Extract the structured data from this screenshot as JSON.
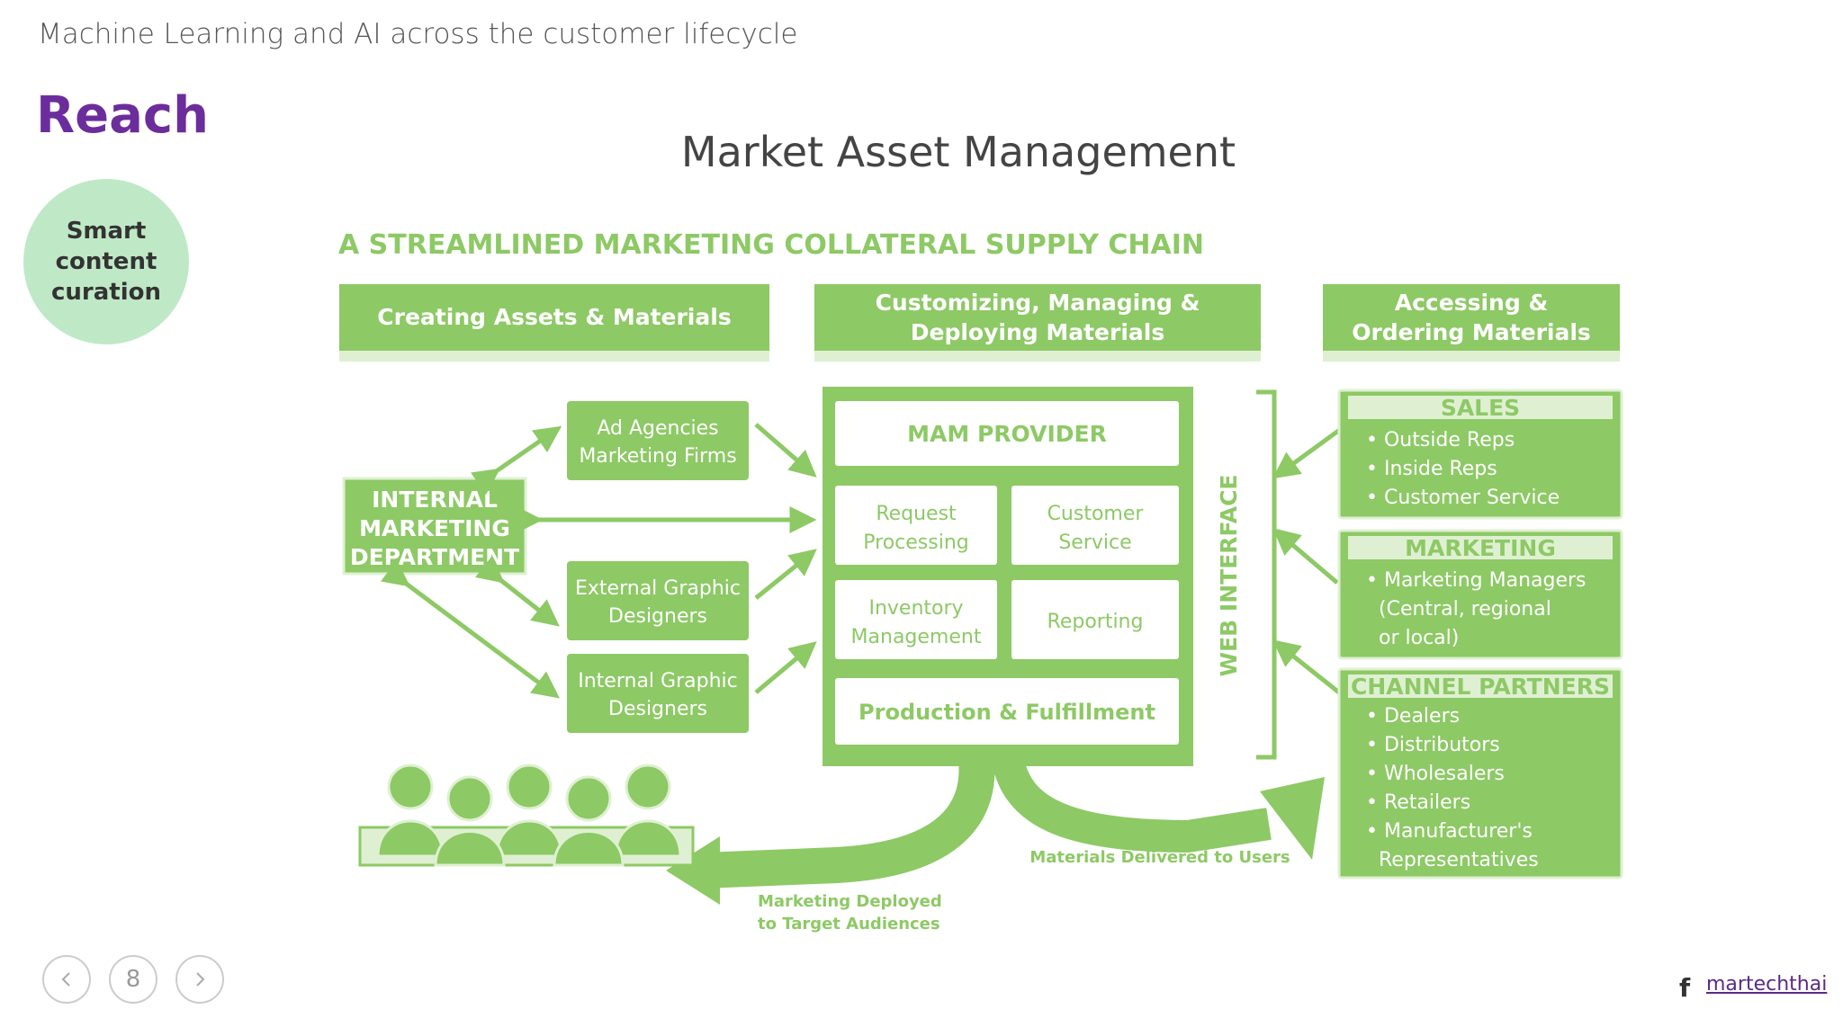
{
  "header": {
    "subtitle": "Machine Learning and AI across the customer lifecycle",
    "section_title": "Reach",
    "tag": "Smart content curation"
  },
  "slide": {
    "title": "Market Asset Management"
  },
  "diagram": {
    "heading": "A STREAMLINED MARKETING COLLATERAL SUPPLY CHAIN",
    "columns": [
      {
        "lines": [
          "Creating Assets & Materials"
        ]
      },
      {
        "lines": [
          "Customizing, Managing &",
          "Deploying Materials"
        ]
      },
      {
        "lines": [
          "Accessing &",
          "Ordering Materials"
        ]
      }
    ],
    "internal_dept": [
      "INTERNAL",
      "MARKETING",
      "DEPARTMENT"
    ],
    "sources": [
      {
        "lines": [
          "Ad Agencies",
          "Marketing Firms"
        ]
      },
      {
        "lines": [
          "External Graphic",
          "Designers"
        ]
      },
      {
        "lines": [
          "Internal Graphic",
          "Designers"
        ]
      }
    ],
    "mam_provider": "MAM PROVIDER",
    "services": [
      {
        "lines": [
          "Request",
          "Processing"
        ]
      },
      {
        "lines": [
          "Customer",
          "Service"
        ]
      },
      {
        "lines": [
          "Inventory",
          "Management"
        ]
      },
      {
        "lines": [
          "Reporting"
        ]
      }
    ],
    "production": "Production & Fulfillment",
    "web_interface": "WEB INTERFACE",
    "groups": [
      {
        "title": "SALES",
        "items": [
          "• Outside Reps",
          "• Inside Reps",
          "• Customer Service"
        ]
      },
      {
        "title": "MARKETING",
        "items": [
          "• Marketing Managers",
          "(Central, regional",
          "or local)"
        ]
      },
      {
        "title": "CHANNEL PARTNERS",
        "items": [
          "• Dealers",
          "• Distributors",
          "• Wholesalers",
          "• Retailers",
          "• Manufacturer's",
          "Representatives"
        ]
      }
    ],
    "delivered_label": "Materials Delivered to Users",
    "deployed_label": [
      "Marketing Deployed",
      "to Target Audiences"
    ]
  },
  "nav": {
    "page_number": "8",
    "prev_icon": "chevron-left-icon",
    "next_icon": "chevron-right-icon"
  },
  "footer": {
    "social_icon": "facebook-icon",
    "handle": "martechthai"
  },
  "colors": {
    "green": "#8dc965",
    "dark_green": "#7ab852",
    "purple": "#6c2d9c",
    "bubble": "#bfe9c6"
  }
}
